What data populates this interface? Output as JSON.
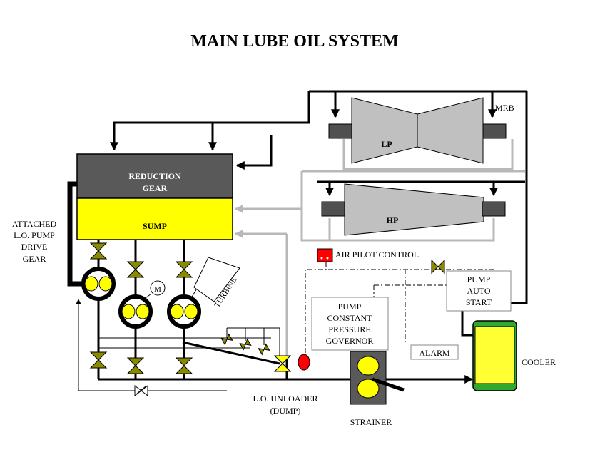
{
  "title": "MAIN LUBE OIL SYSTEM",
  "labels": {
    "reduction_gear_line1": "REDUCTION",
    "reduction_gear_line2": "GEAR",
    "sump": "SUMP",
    "attached_pump_line1": "ATTACHED",
    "attached_pump_line2": "L.O. PUMP",
    "attached_pump_line3": "DRIVE",
    "attached_pump_line4": "GEAR",
    "turbine": "TURBINE",
    "motor": "M",
    "lp": "LP",
    "hp": "HP",
    "mrb": "MRB",
    "air_pilot_control": "AIR PILOT CONTROL",
    "pump_auto_start_line1": "PUMP",
    "pump_auto_start_line2": "AUTO",
    "pump_auto_start_line3": "START",
    "governor_line1": "PUMP",
    "governor_line2": "CONSTANT",
    "governor_line3": "PRESSURE",
    "governor_line4": "GOVERNOR",
    "alarm": "ALARM",
    "cooler": "COOLER",
    "unloader_line1": "L.O. UNLOADER",
    "unloader_line2": "(DUMP)",
    "strainer": "STRAINER"
  },
  "colors": {
    "gear_housing": "#595959",
    "sump_oil": "#ffff00",
    "turbine_casing": "#c0c0c0",
    "bearing": "#505050",
    "valve": "#8a8a00",
    "cooler_body": "#ffff33",
    "cooler_ends": "#2faa2f",
    "relay": "#ff0000",
    "return_pipe": "#b8b8b8"
  }
}
